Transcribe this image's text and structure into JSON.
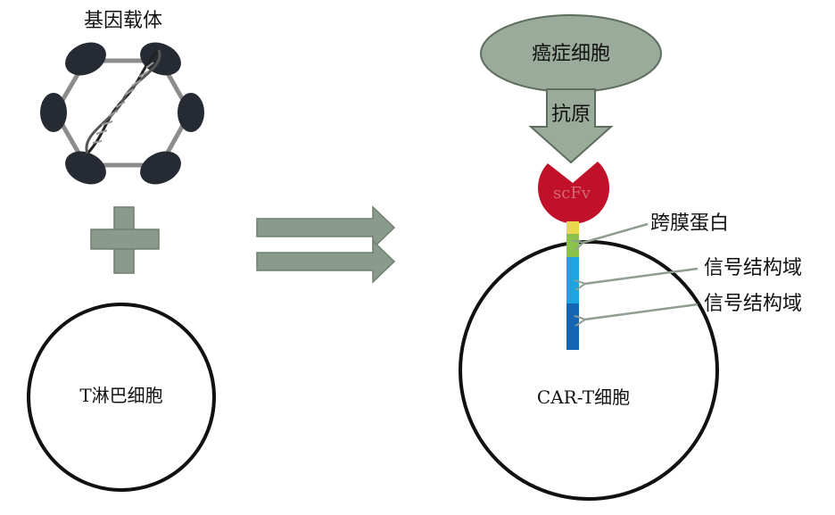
{
  "labels": {
    "gene_vector": "基因载体",
    "t_cell": "T淋巴细胞",
    "cancer_cell": "癌症细胞",
    "antigen": "抗原",
    "scfv": "scFv",
    "transmembrane": "跨膜蛋白",
    "signal_domain_1": "信号结构域",
    "signal_domain_2": "信号结构域",
    "car_t_cell": "CAR-T细胞"
  },
  "colors": {
    "capsid_edge": "#8c8c8c",
    "capsid_node": "#262a33",
    "arrow_fill": "#8a9a8c",
    "cancer_cell_fill": "#9aab9b",
    "cancer_cell_edge": "#5d6d5e",
    "scfv_fill": "#c0102a",
    "scfv_text": "#d46a78",
    "stalk_yellow": "#e8d84a",
    "tm_green": "#8bc34a",
    "signal_light_blue": "#1ea4e0",
    "signal_dark_blue": "#1565b5",
    "pointer_line": "#8f9e90",
    "cell_outline": "#111111"
  },
  "icons": {
    "vector": "viral-capsid-icon",
    "dna": "dna-helix-icon",
    "plus": "plus-icon",
    "arrow": "double-right-arrow-icon"
  }
}
